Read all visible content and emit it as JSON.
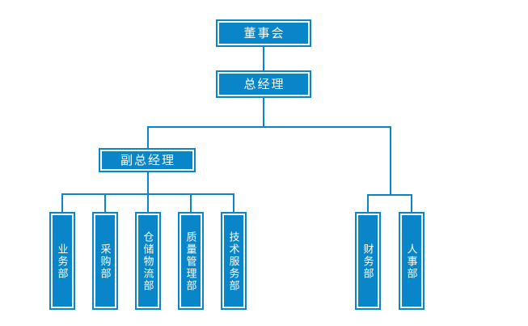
{
  "colors": {
    "node_fill": "#0886c9",
    "node_outer_border": "#0886c9",
    "node_inner_border": "#ffffff",
    "node_text": "#ffffff",
    "connector_line": "#0886c9",
    "background": "#ffffff"
  },
  "org_chart": {
    "root": {
      "label": "董事会"
    },
    "general_manager": {
      "label": "总经理"
    },
    "deputy_general_manager": {
      "label": "副总经理"
    },
    "deputy_departments": [
      {
        "label": "业务部"
      },
      {
        "label": "采购部"
      },
      {
        "label": "仓储物流部"
      },
      {
        "label": "质量管理部"
      },
      {
        "label": "技术服务部"
      }
    ],
    "direct_departments": [
      {
        "label": "财务部"
      },
      {
        "label": "人事部"
      }
    ]
  }
}
